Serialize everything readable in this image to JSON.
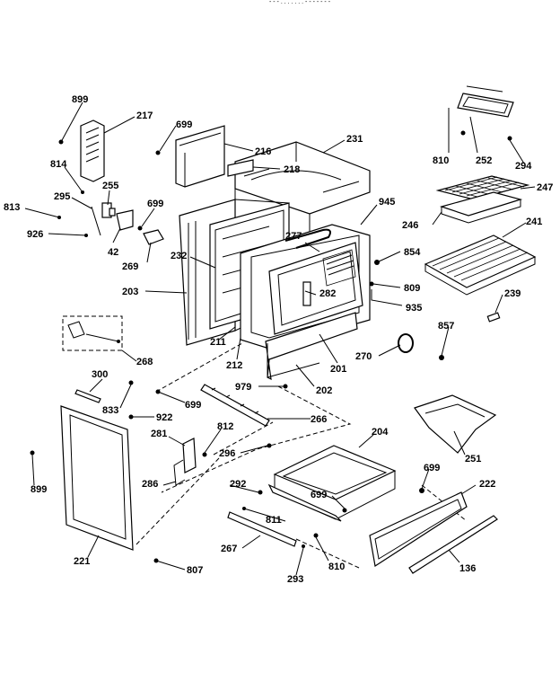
{
  "header_fragment": "- - -  .  .  .  .  .  .  .  -   -  -  -  -  -  -",
  "callouts": [
    {
      "id": "c899a",
      "text": "899"
    },
    {
      "id": "c217",
      "text": "217"
    },
    {
      "id": "c699a",
      "text": "699"
    },
    {
      "id": "c216",
      "text": "216"
    },
    {
      "id": "c218",
      "text": "218"
    },
    {
      "id": "c231",
      "text": "231"
    },
    {
      "id": "c814",
      "text": "814"
    },
    {
      "id": "c255",
      "text": "255"
    },
    {
      "id": "c295",
      "text": "295"
    },
    {
      "id": "c813",
      "text": "813"
    },
    {
      "id": "c926",
      "text": "926"
    },
    {
      "id": "c42",
      "text": "42"
    },
    {
      "id": "c699b",
      "text": "699"
    },
    {
      "id": "c269",
      "text": "269"
    },
    {
      "id": "c232",
      "text": "232"
    },
    {
      "id": "c945",
      "text": "945"
    },
    {
      "id": "c277",
      "text": "277"
    },
    {
      "id": "c854",
      "text": "854"
    },
    {
      "id": "c810a",
      "text": "810"
    },
    {
      "id": "c252",
      "text": "252"
    },
    {
      "id": "c294",
      "text": "294"
    },
    {
      "id": "c247",
      "text": "247"
    },
    {
      "id": "c246",
      "text": "246"
    },
    {
      "id": "c241",
      "text": "241"
    },
    {
      "id": "c203",
      "text": "203"
    },
    {
      "id": "c282",
      "text": "282"
    },
    {
      "id": "c809",
      "text": "809"
    },
    {
      "id": "c935",
      "text": "935"
    },
    {
      "id": "c239",
      "text": "239"
    },
    {
      "id": "c211",
      "text": "211"
    },
    {
      "id": "c857",
      "text": "857"
    },
    {
      "id": "c268",
      "text": "268"
    },
    {
      "id": "c212",
      "text": "212"
    },
    {
      "id": "c201",
      "text": "201"
    },
    {
      "id": "c270",
      "text": "270"
    },
    {
      "id": "c300",
      "text": "300"
    },
    {
      "id": "c979",
      "text": "979"
    },
    {
      "id": "c202",
      "text": "202"
    },
    {
      "id": "c833",
      "text": "833"
    },
    {
      "id": "c699c",
      "text": "699"
    },
    {
      "id": "c922",
      "text": "922"
    },
    {
      "id": "c266",
      "text": "266"
    },
    {
      "id": "c812",
      "text": "812"
    },
    {
      "id": "c281",
      "text": "281"
    },
    {
      "id": "c296",
      "text": "296"
    },
    {
      "id": "c204",
      "text": "204"
    },
    {
      "id": "c251",
      "text": "251"
    },
    {
      "id": "c899b",
      "text": "899"
    },
    {
      "id": "c286",
      "text": "286"
    },
    {
      "id": "c292",
      "text": "292"
    },
    {
      "id": "c699d",
      "text": "699"
    },
    {
      "id": "c699e",
      "text": "699"
    },
    {
      "id": "c222",
      "text": "222"
    },
    {
      "id": "c811",
      "text": "811"
    },
    {
      "id": "c267",
      "text": "267"
    },
    {
      "id": "c810b",
      "text": "810"
    },
    {
      "id": "c221",
      "text": "221"
    },
    {
      "id": "c807",
      "text": "807"
    },
    {
      "id": "c293",
      "text": "293"
    },
    {
      "id": "c136",
      "text": "136"
    }
  ]
}
